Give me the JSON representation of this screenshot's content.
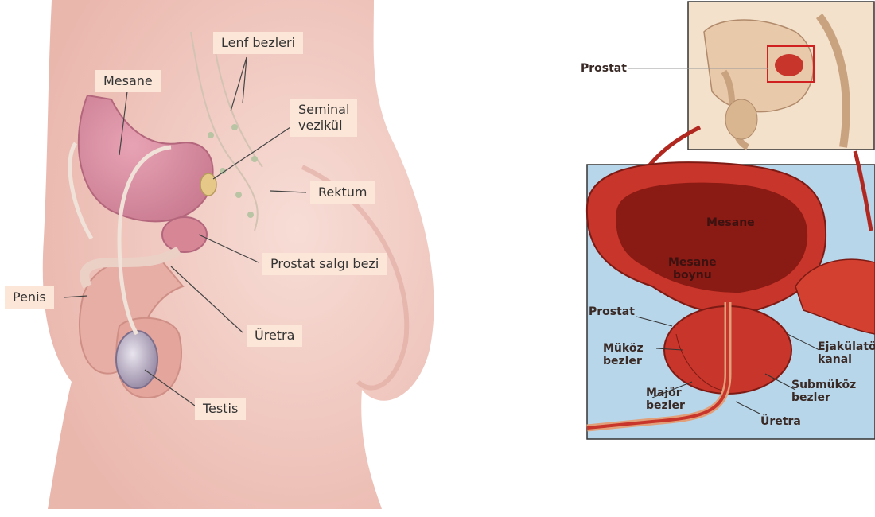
{
  "left": {
    "labels": {
      "lymph": "Lenf bezleri",
      "bladder": "Mesane",
      "seminal": "Seminal\nvezikül",
      "rectum": "Rektum",
      "prostate": "Prostat salgı bezi",
      "penis": "Penis",
      "urethra": "Üretra",
      "testis": "Testis"
    }
  },
  "right": {
    "labels": {
      "prostate_top": "Prostat",
      "bladder": "Mesane",
      "bladder_neck": "Mesane\nboynu",
      "prostate": "Prostat",
      "mucous": "Müköz\nbezler",
      "major": "Majör\nbezler",
      "urethra": "Üretra",
      "submucous": "Submüköz\nbezler",
      "ejaculatory": "Ejakülatör\nkanal"
    }
  },
  "colors": {
    "skin": "#f2c9c0",
    "label_bg": "#fbe6d8",
    "tissue": "#c8352a",
    "water": "#b8d6ea"
  }
}
